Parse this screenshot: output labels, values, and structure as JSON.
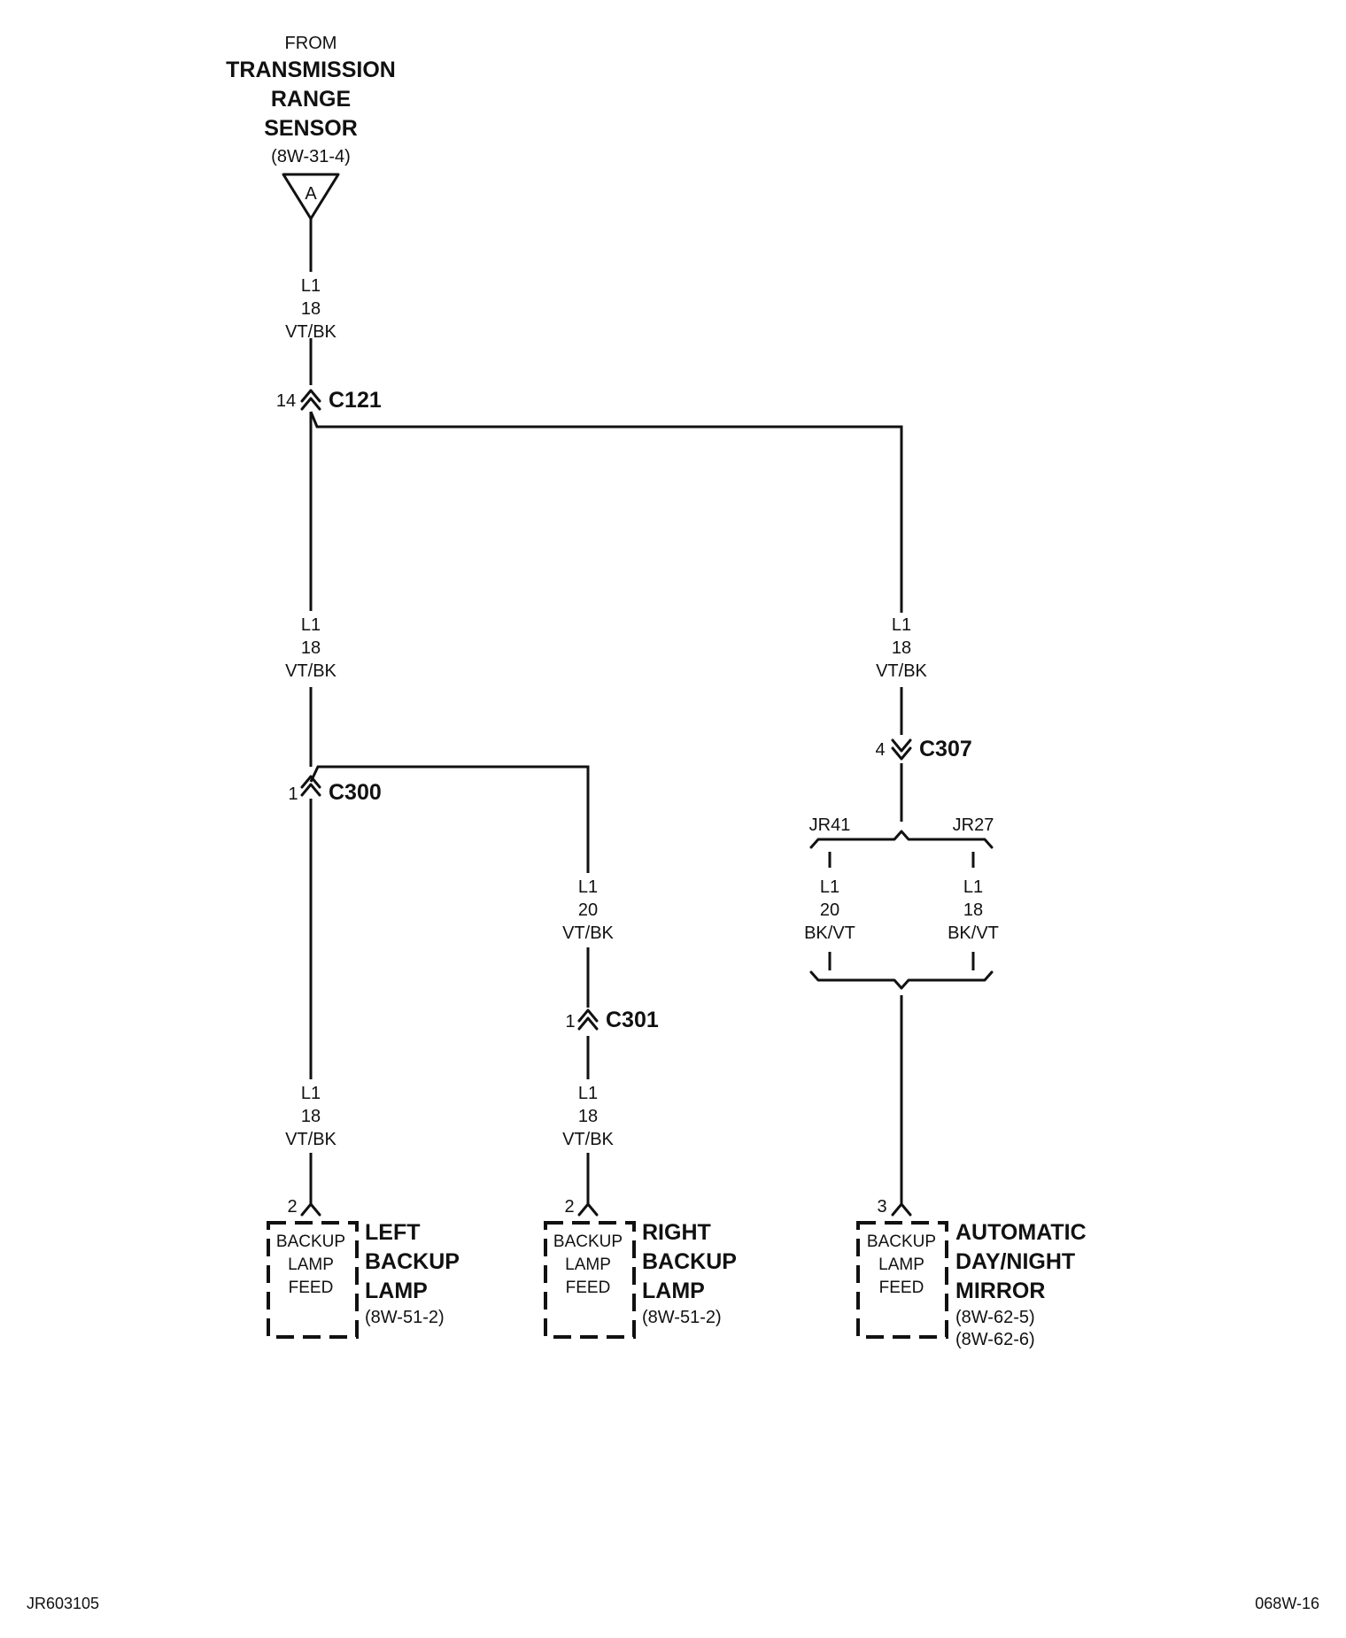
{
  "source": {
    "from": "FROM",
    "title_lines": [
      "TRANSMISSION",
      "RANGE",
      "SENSOR"
    ],
    "ref": "(8W-31-4)",
    "connector_letter": "A"
  },
  "wires": {
    "w1": [
      "L1",
      "18",
      "VT/BK"
    ],
    "w2": [
      "L1",
      "18",
      "VT/BK"
    ],
    "w3": [
      "L1",
      "18",
      "VT/BK"
    ],
    "w4": [
      "L1",
      "18",
      "VT/BK"
    ],
    "w5": [
      "L1",
      "20",
      "VT/BK"
    ],
    "w6": [
      "L1",
      "18",
      "VT/BK"
    ],
    "w7": [
      "L1",
      "20",
      "BK/VT"
    ],
    "w8": [
      "L1",
      "18",
      "BK/VT"
    ]
  },
  "connectors": {
    "c121": {
      "name": "C121",
      "pin": "14"
    },
    "c300": {
      "name": "C300",
      "pin": "1"
    },
    "c301": {
      "name": "C301",
      "pin": "1"
    },
    "c307": {
      "name": "C307",
      "pin": "4"
    }
  },
  "splices": {
    "left": "JR41",
    "right": "JR27"
  },
  "components": {
    "left_lamp": {
      "pin": "2",
      "box_lines": [
        "BACKUP",
        "LAMP",
        "FEED"
      ],
      "title_lines": [
        "LEFT",
        "BACKUP",
        "LAMP"
      ],
      "refs": [
        "(8W-51-2)"
      ]
    },
    "right_lamp": {
      "pin": "2",
      "box_lines": [
        "BACKUP",
        "LAMP",
        "FEED"
      ],
      "title_lines": [
        "RIGHT",
        "BACKUP",
        "LAMP"
      ],
      "refs": [
        "(8W-51-2)"
      ]
    },
    "mirror": {
      "pin": "3",
      "box_lines": [
        "BACKUP",
        "LAMP",
        "FEED"
      ],
      "title_lines": [
        "AUTOMATIC",
        "DAY/NIGHT",
        "MIRROR"
      ],
      "refs": [
        "(8W-62-5)",
        "(8W-62-6)"
      ]
    }
  },
  "footer": {
    "left": "JR603105",
    "right": "068W-16"
  }
}
